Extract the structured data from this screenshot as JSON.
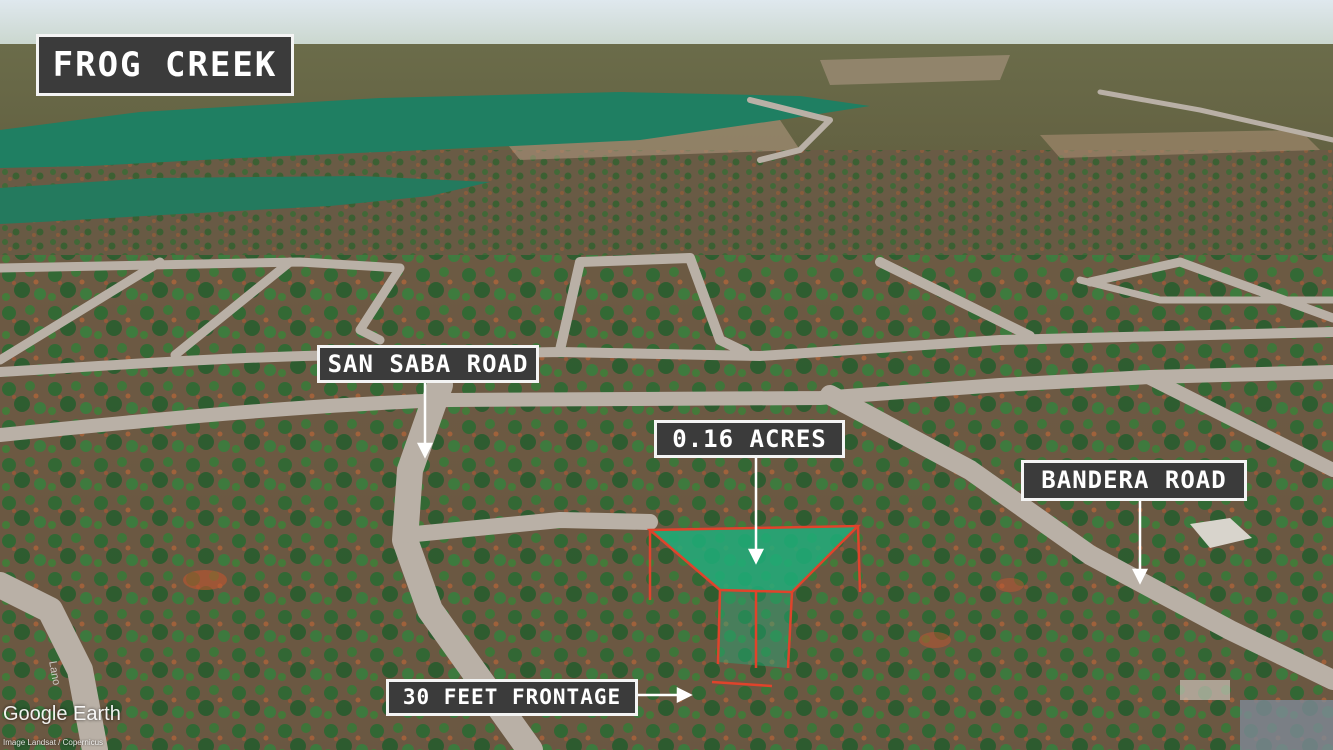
{
  "map": {
    "title": "FROG CREEK",
    "labels": {
      "road_west": "SAN SABA ROAD",
      "road_east": "BANDERA ROAD",
      "acreage": "0.16 ACRES",
      "frontage": "30 FEET FRONTAGE"
    },
    "road_name_on_image": "Lano",
    "colors": {
      "parcel_fill": "#1fae7a",
      "parcel_outline": "#e0432b",
      "label_background": "#3b3b3b",
      "label_border": "#f4f4f4",
      "water": "#1f7f62"
    }
  },
  "branding": {
    "logo": "Google Earth",
    "credit": "Image Landsat / Copernicus"
  }
}
